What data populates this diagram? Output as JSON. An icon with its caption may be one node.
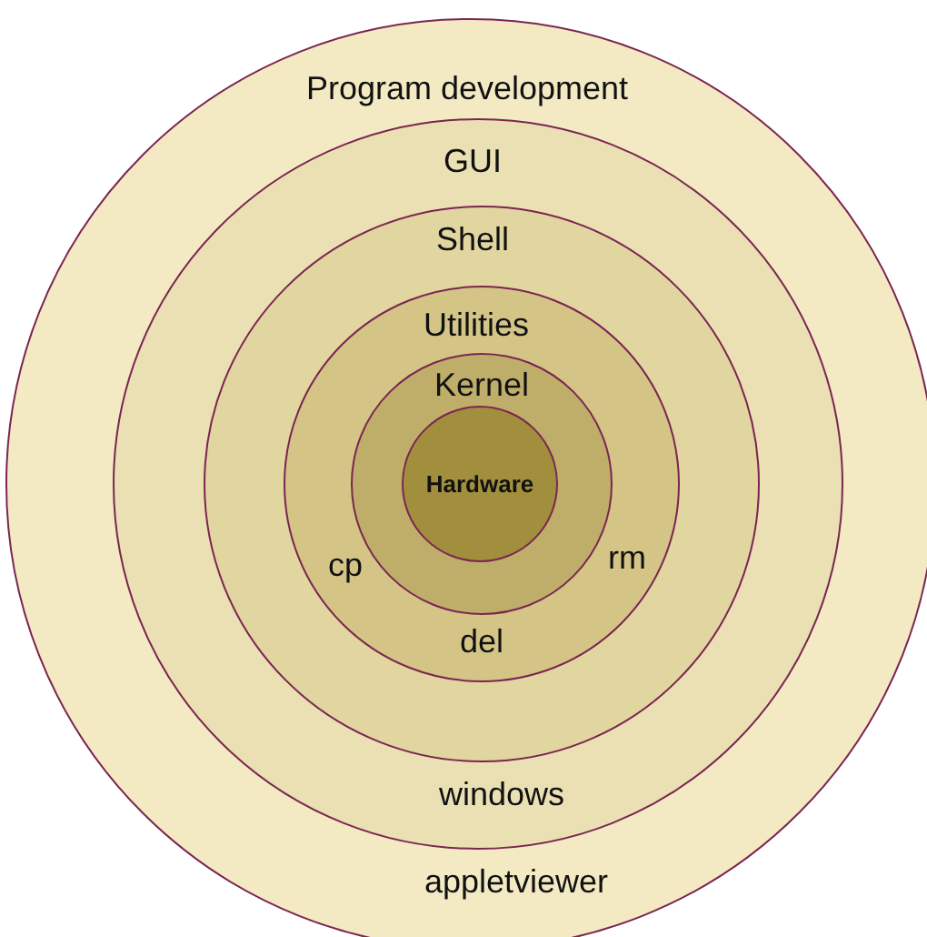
{
  "diagram": {
    "nodes": [
      {
        "text": [
          "Program development",
          "appletviewer"
        ]
      },
      {
        "text": [
          "GUI",
          "windows"
        ],
        "in": 0
      },
      {
        "text": [
          "Shell"
        ],
        "in": 1
      },
      {
        "text": [
          "Utilities",
          "cp",
          "rm",
          "del"
        ],
        "in": 2
      },
      {
        "text": [
          "Kernel"
        ],
        "in": 3
      },
      {
        "text": [
          "Hardware"
        ],
        "in": 4
      }
    ]
  }
}
